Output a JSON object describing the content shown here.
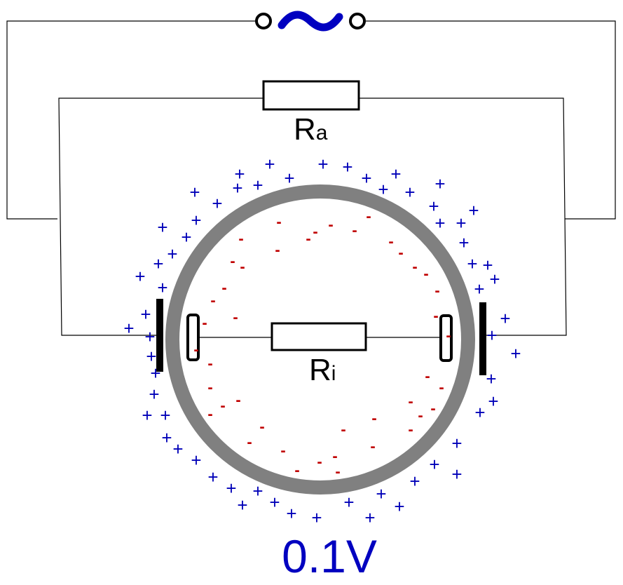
{
  "source": {
    "symbol": "~",
    "color": "#0000c0"
  },
  "resistors": {
    "outer": {
      "name": "R",
      "subscript": "a"
    },
    "inner": {
      "name": "R",
      "subscript": "i"
    }
  },
  "ring": {
    "color": "#808080"
  },
  "charges": {
    "plus": "+",
    "minus": "-",
    "plus_color": "#0000b8",
    "minus_color": "#c00000"
  },
  "voltage": {
    "text": "0.1V",
    "color": "#0000c0"
  }
}
